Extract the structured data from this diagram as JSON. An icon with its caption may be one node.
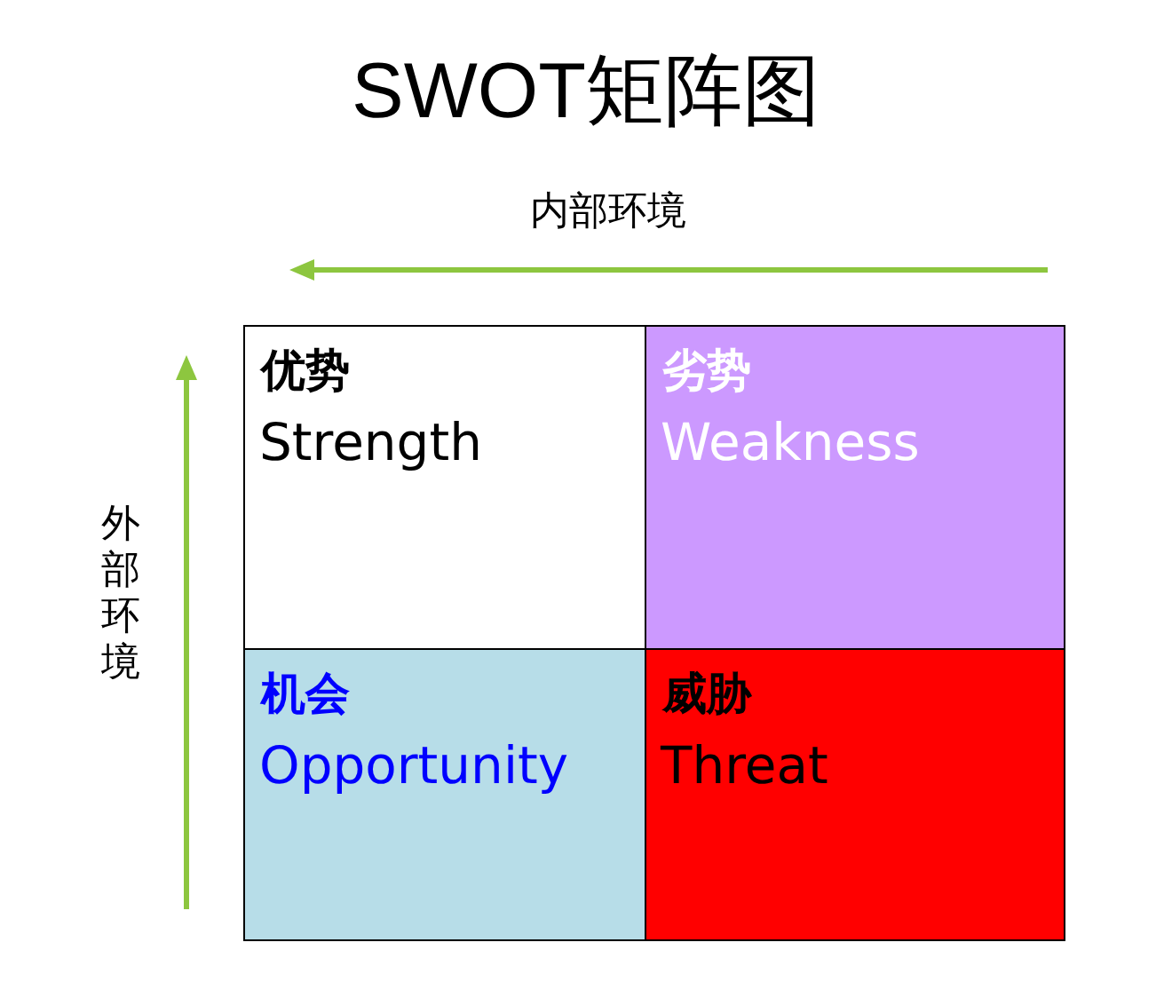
{
  "diagram": {
    "title": "SWOT矩阵图",
    "nodes": [
      {
        "text": [
          "优势",
          "Strength"
        ]
      },
      {
        "text": [
          "劣势",
          "Weakness"
        ]
      },
      {
        "text": [
          "机会",
          "Opportunity"
        ]
      },
      {
        "text": [
          "威胁",
          "Threat"
        ]
      }
    ],
    "edges": [],
    "labels": [
      "内部环境",
      "外部环境"
    ]
  }
}
